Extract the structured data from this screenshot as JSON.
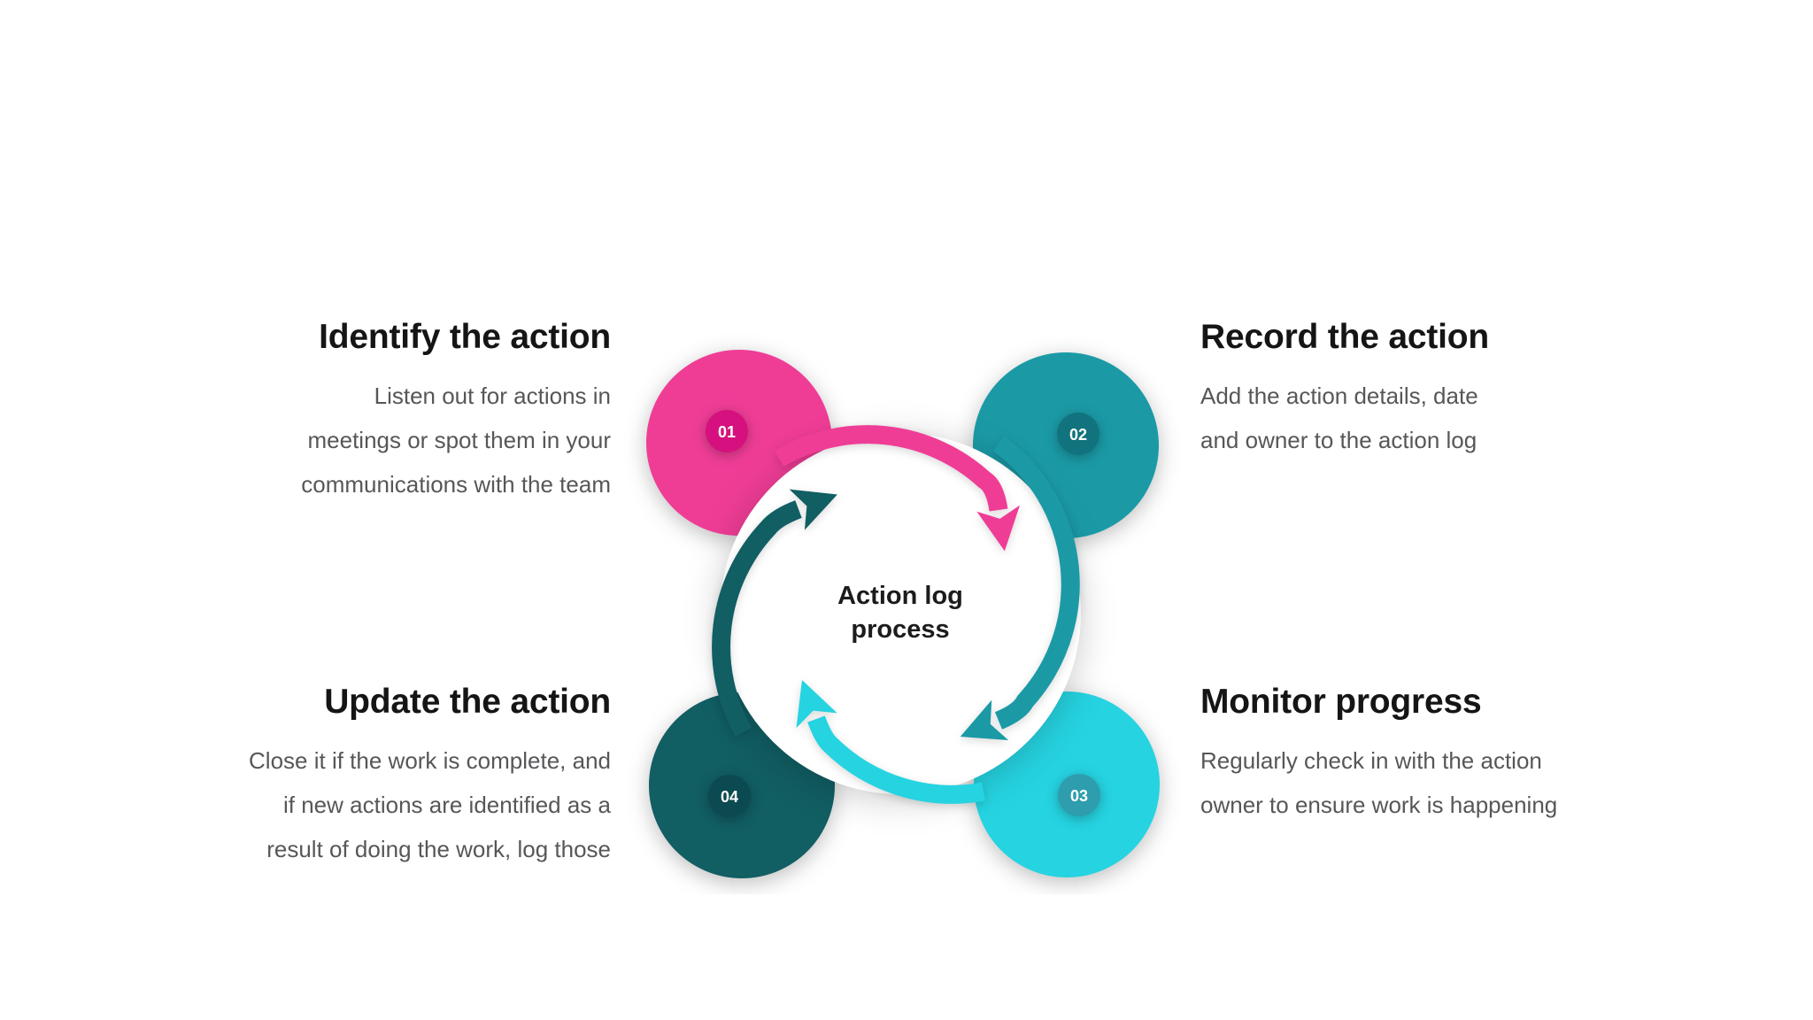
{
  "slide": {
    "background_color": "#ffffff",
    "diagram_type": "circular-process",
    "center": {
      "line1": "Action log",
      "line2": "process"
    },
    "steps": [
      {
        "number": "01",
        "title": "Identify the action",
        "position": "top-left",
        "color": "#ef3d96",
        "badge_color": "#d6107e",
        "lines": [
          "Listen out for actions in",
          "meetings or spot them in your",
          "communications with the team"
        ]
      },
      {
        "number": "02",
        "title": "Record the action",
        "position": "top-right",
        "color": "#1b9aa6",
        "badge_color": "#10737d",
        "lines": [
          "Add the action details, date",
          "and owner to the action log"
        ]
      },
      {
        "number": "03",
        "title": "Monitor progress",
        "position": "bottom-right",
        "color": "#26d3e1",
        "badge_color": "#2e9dad",
        "lines": [
          "Regularly check in with the action",
          "owner to ensure work is happening"
        ]
      },
      {
        "number": "04",
        "title": "Update the action",
        "position": "bottom-left",
        "color": "#115e63",
        "badge_color": "#0b4a50",
        "lines": [
          "Close it if the work is complete, and",
          "if new actions are identified as a",
          "result of doing the work, log those"
        ]
      }
    ],
    "arrow_flow": [
      "01-to-02",
      "02-to-03",
      "03-to-04",
      "04-to-01"
    ],
    "text_colors": {
      "heading": "#151515",
      "body": "#57575a",
      "center_label": "#1c1c1c",
      "badge_number": "#ffffff"
    }
  }
}
